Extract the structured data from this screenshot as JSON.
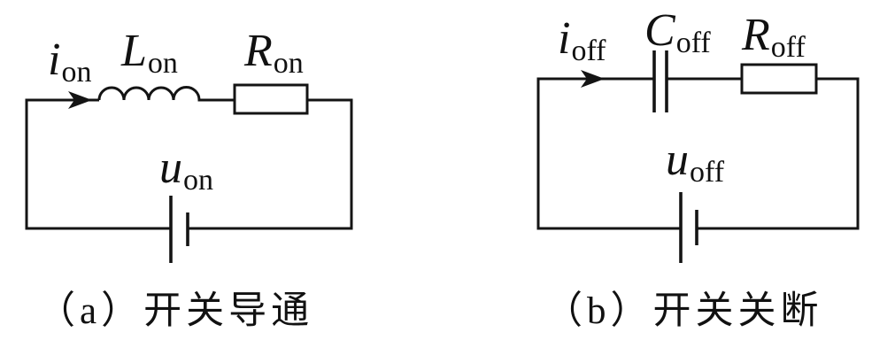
{
  "figure": {
    "background_color": "#ffffff",
    "line_color": "#141414"
  },
  "circuit_a": {
    "current_label": {
      "base": "i",
      "sub": "on"
    },
    "inductor_label": {
      "base": "L",
      "sub": "on"
    },
    "resistor_label": {
      "base": "R",
      "sub": "on"
    },
    "source_label": {
      "base": "u",
      "sub": "on"
    },
    "caption": "（a）开关导通"
  },
  "circuit_b": {
    "current_label": {
      "base": "i",
      "sub": "off"
    },
    "capacitor_label": {
      "base": "C",
      "sub": "off"
    },
    "resistor_label": {
      "base": "R",
      "sub": "off"
    },
    "source_label": {
      "base": "u",
      "sub": "off"
    },
    "caption": "（b）开关关断"
  }
}
